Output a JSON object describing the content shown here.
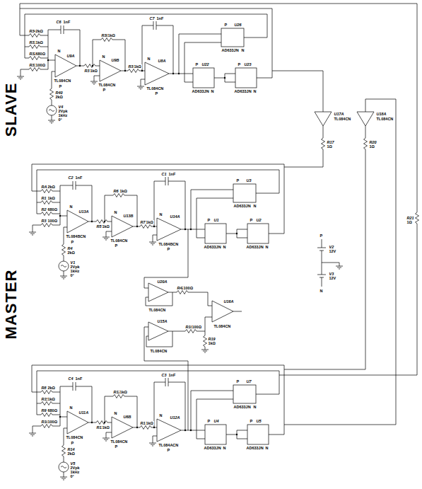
{
  "diagram": {
    "labels": [
      "R34",
      "2kΩ",
      "R31",
      "1kΩ",
      "C6",
      "1nF",
      "R32",
      "680Ω",
      "R33",
      "100Ω",
      "U9A",
      "TL084CN",
      "R37",
      "1kΩ",
      "R38",
      "1kΩ",
      "U9B",
      "TL084CN",
      "R39",
      "1kΩ",
      "U8A",
      "TL084CN",
      "C7",
      "1nF",
      "U26",
      "AD633JN",
      "U22",
      "AD633JN",
      "U23",
      "AD633JN",
      "R40",
      "2kΩ",
      "V4",
      "2Vpk",
      "1kHz",
      "0°",
      "N",
      "P",
      "N",
      "P",
      "N",
      "P",
      "P",
      "N",
      "P",
      "N",
      "P",
      "N",
      "RA",
      "2kΩ",
      "R1",
      "1kΩ",
      "C2",
      "1nF",
      "R2",
      "680Ω",
      "R3",
      "100Ω",
      "U13A",
      "TL084BCN",
      "R5",
      "1kΩ",
      "R6",
      "1kΩ",
      "U13B",
      "TL084CN",
      "R7",
      "1kΩ",
      "U14A",
      "TL084BCN",
      "C1",
      "1nF",
      "U3",
      "AD633JN",
      "U1",
      "AD633JN",
      "U2",
      "AD633JN",
      "R4",
      "2kΩ",
      "V1",
      "2Vpk",
      "1kHz",
      "0°",
      "N",
      "P",
      "N",
      "P",
      "N",
      "P",
      "P",
      "N",
      "P",
      "N",
      "P",
      "N",
      "R8",
      "2kΩ",
      "R15",
      "1kΩ",
      "C4",
      "1nF",
      "R9",
      "680Ω",
      "R10",
      "100Ω",
      "U11A",
      "TL084CN",
      "R11",
      "1kΩ",
      "R12",
      "1kΩ",
      "U6B",
      "TL084CN",
      "R13",
      "1kΩ",
      "U12A",
      "TL084ACN",
      "C3",
      "1nF",
      "U7",
      "AD633JN",
      "U4",
      "AD633JN",
      "U5",
      "AD633JN",
      "R14",
      "2kΩ",
      "V5",
      "2Vpk",
      "1kHz",
      "0°",
      "N",
      "P",
      "N",
      "P",
      "N",
      "P",
      "P",
      "N",
      "P",
      "N",
      "P",
      "N",
      "SLAVE",
      "MASTER",
      "U20A",
      "TL084CN",
      "R42",
      "100Ω",
      "U15A",
      "TL084CN",
      "R18",
      "100Ω",
      "R19",
      "1kΩ",
      "U16A",
      "TL084CN",
      "U17A",
      "TL084CN",
      "R17",
      "1Ω",
      "U18A",
      "TL084CN",
      "R20",
      "1Ω",
      "R21",
      "1Ω",
      "P",
      "V2",
      "12V",
      "V3",
      "12V",
      "N"
    ]
  }
}
